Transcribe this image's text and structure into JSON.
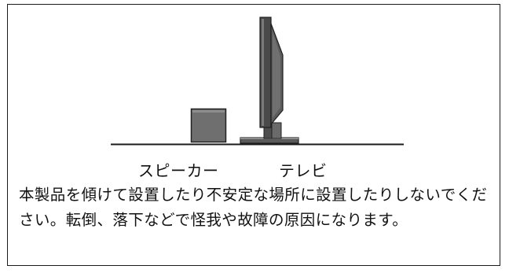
{
  "illustration": {
    "speaker_label": "スピーカー",
    "tv_label": "テレビ"
  },
  "caution_text": "本製品を傾けて設置したり不安定な場所に設置したりしないでください。転倒、落下などで怪我や故障の原因になります。"
}
